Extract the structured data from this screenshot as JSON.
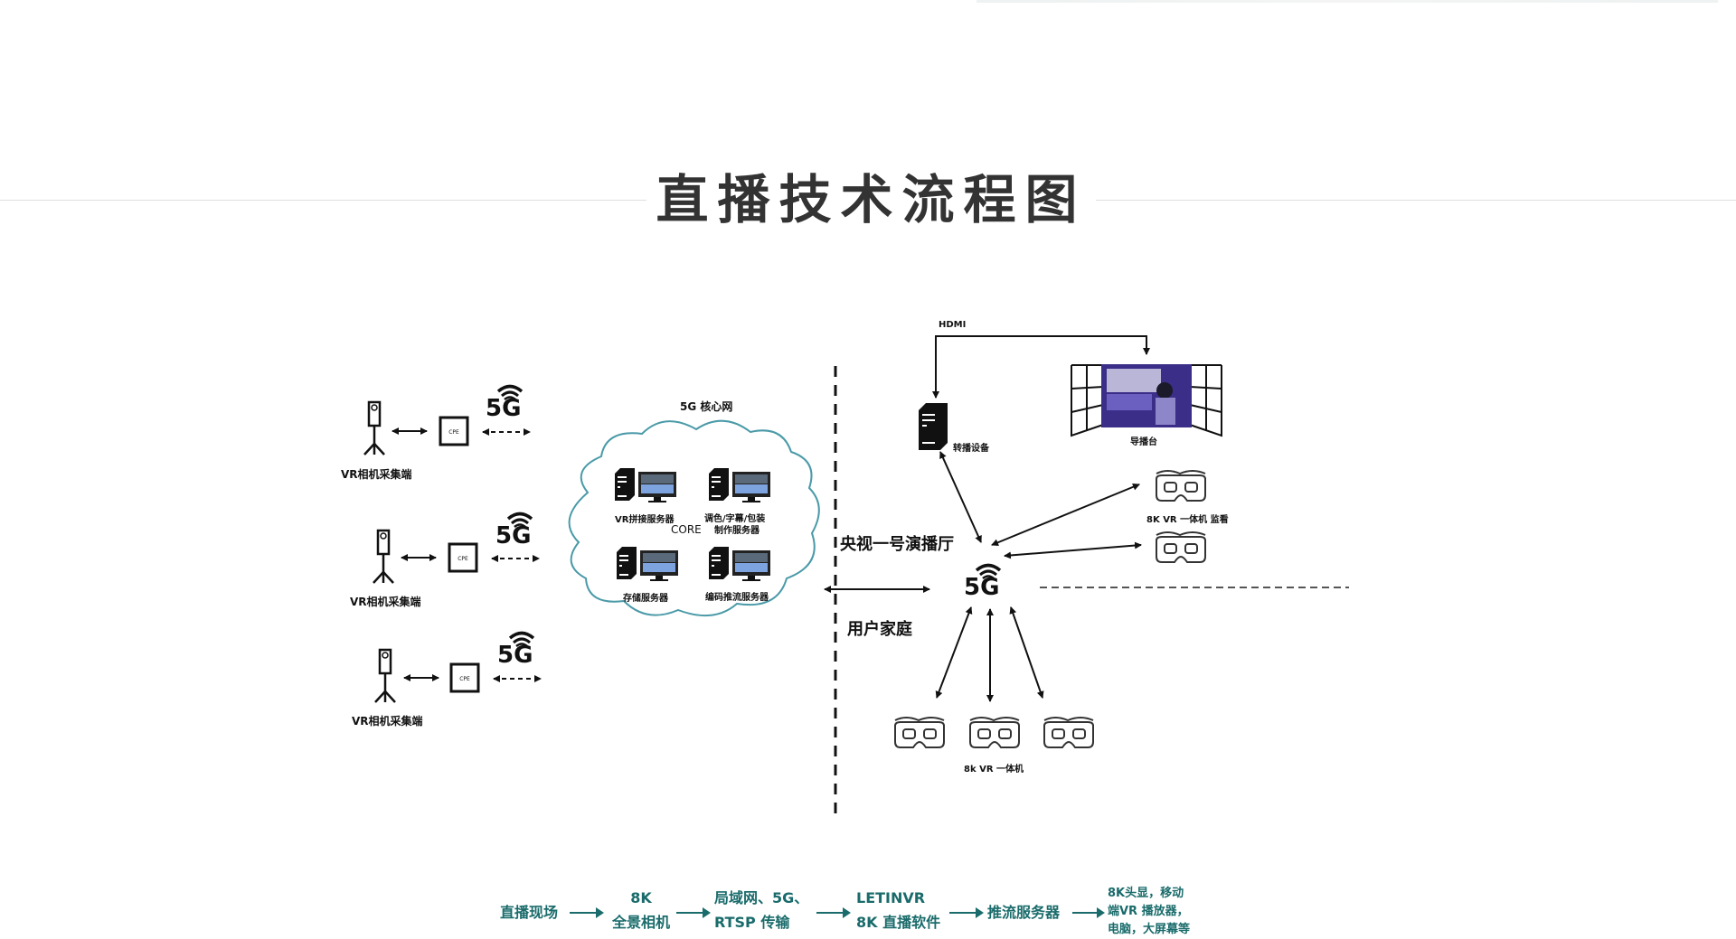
{
  "page": {
    "title": "直播技术流程图"
  },
  "diagram": {
    "capture_units": [
      {
        "label": "VR相机采集端",
        "cpe_label": "CPE",
        "network_label": "5G"
      },
      {
        "label": "VR相机采集端",
        "cpe_label": "CPE",
        "network_label": "5G"
      },
      {
        "label": "VR相机采集端",
        "cpe_label": "CPE",
        "network_label": "5G"
      }
    ],
    "core": {
      "title": "5G 核心网",
      "center_label": "CORE",
      "servers": [
        {
          "label": "VR拼接服务器"
        },
        {
          "label": "调色/字幕/包装",
          "label2": "制作服务器"
        },
        {
          "label": "存储服务器"
        },
        {
          "label": "编码推流服务器"
        }
      ]
    },
    "venue_label": "央视一号演播厅",
    "home_label": "用户家庭",
    "hub_label": "5G",
    "hdmi_label": "HDMI",
    "relay_device_label": "转播设备",
    "director_label": "导播台",
    "headset_pair_label": "8K VR 一体机 监看",
    "home_headsets_label": "8k VR 一体机",
    "line_color": "#4a9aa8"
  },
  "flow": {
    "color": "#1a6b6b",
    "steps": [
      {
        "line1": "直播现场"
      },
      {
        "line1": "8K",
        "line2": "全景相机"
      },
      {
        "line1": "局域网、5G、",
        "line2": "RTSP 传输"
      },
      {
        "line1": "LETINVR",
        "line2": "8K 直播软件"
      },
      {
        "line1": "推流服务器"
      },
      {
        "line1": "8K头显，移动",
        "line2": "端VR 播放器，",
        "line3": "电脑，大屏幕等"
      }
    ]
  }
}
